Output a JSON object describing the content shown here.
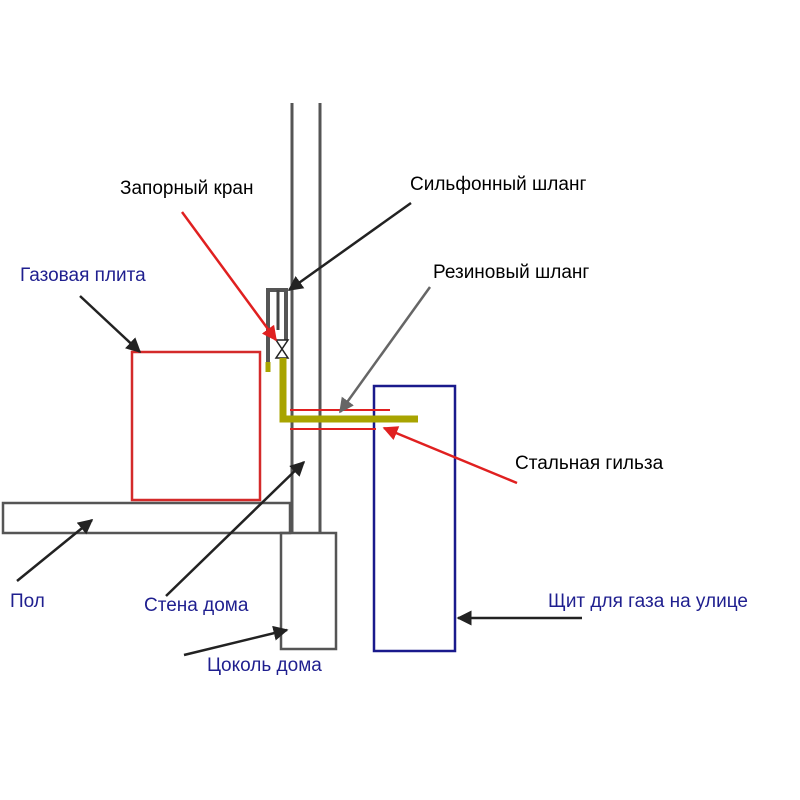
{
  "labels": {
    "shutoff_valve": "Запорный кран",
    "bellows_hose": "Сильфонный шланг",
    "gas_stove": "Газовая плита",
    "rubber_hose": "Резиновый шланг",
    "steel_sleeve": "Стальная гильза",
    "floor": "Пол",
    "house_wall": "Стена дома",
    "gas_cabinet": "Щит для газа на улице",
    "house_plinth": "Цоколь дома"
  },
  "colors": {
    "black_label": "#000000",
    "blue_label": "#1f1f8f",
    "wall": "#555555",
    "stove": "#d42a2a",
    "cabinet": "#1a1a8c",
    "gas_pipe": "#a8a400",
    "red_arrow": "#e02020",
    "black_arrow": "#222222",
    "grey_arrow": "#666666"
  }
}
